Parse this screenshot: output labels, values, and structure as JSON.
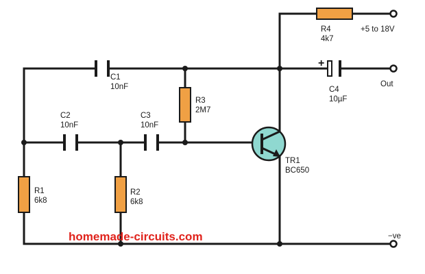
{
  "components": {
    "r1": {
      "ref": "R1",
      "value": "6k8"
    },
    "r2": {
      "ref": "R2",
      "value": "6k8"
    },
    "r3": {
      "ref": "R3",
      "value": "2M7"
    },
    "r4": {
      "ref": "R4",
      "value": "4k7"
    },
    "c1": {
      "ref": "C1",
      "value": "10nF"
    },
    "c2": {
      "ref": "C2",
      "value": "10nF"
    },
    "c3": {
      "ref": "C3",
      "value": "10nF"
    },
    "c4": {
      "ref": "C4",
      "value": "10µF",
      "polarity": "+"
    },
    "tr1": {
      "ref": "TR1",
      "value": "BC650"
    }
  },
  "terminals": {
    "supply": "+5 to 18V",
    "output": "Out",
    "ground": "−ve"
  },
  "watermark": "homemade-circuits.com",
  "colors": {
    "resistor_fill": "#f0a044",
    "transistor_fill": "#8fd8d0",
    "wire": "#1a1a1a",
    "watermark": "#e0231c"
  }
}
